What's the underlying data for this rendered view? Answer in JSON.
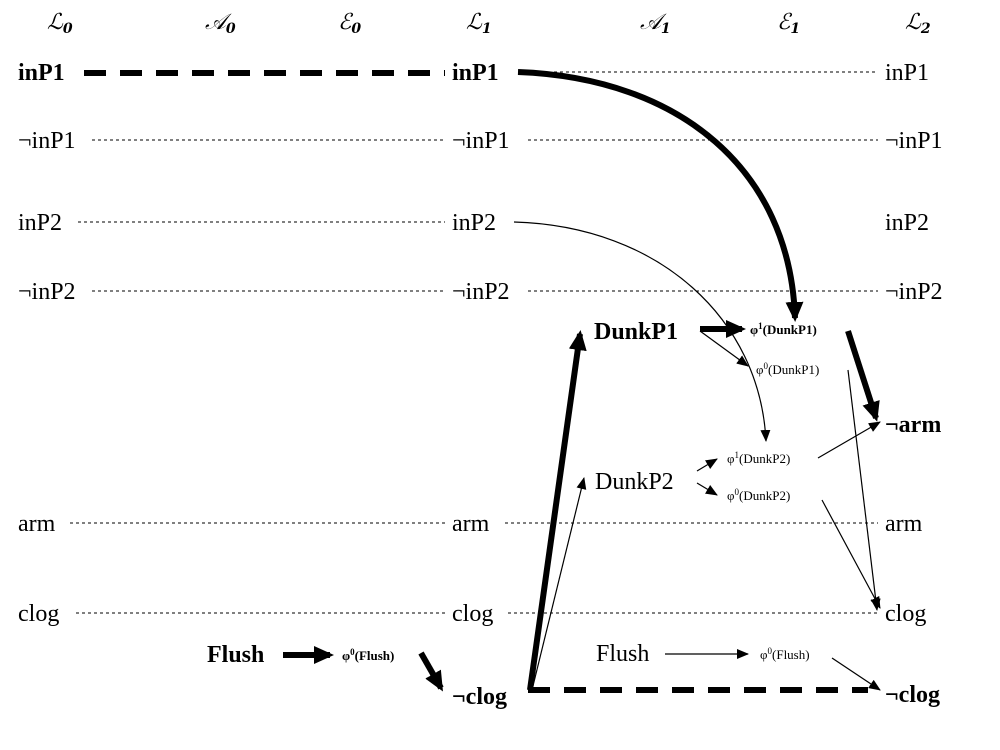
{
  "headers": [
    {
      "letter": "ℒ",
      "sub": "0"
    },
    {
      "letter": "𝒜",
      "sub": "0"
    },
    {
      "letter": "ℰ",
      "sub": "0"
    },
    {
      "letter": "ℒ",
      "sub": "1"
    },
    {
      "letter": "𝒜",
      "sub": "1"
    },
    {
      "letter": "ℰ",
      "sub": "1"
    },
    {
      "letter": "ℒ",
      "sub": "2"
    }
  ],
  "fluents": {
    "inP1": "inP1",
    "not_inP1": "¬inP1",
    "inP2": "inP2",
    "not_inP2": "¬inP2",
    "arm": "arm",
    "clog": "clog",
    "not_clog": "¬clog",
    "not_arm": "¬arm"
  },
  "actions": {
    "dunkP1": "DunkP1",
    "dunkP2": "DunkP2",
    "flush": "Flush"
  },
  "effects": {
    "phi": "φ",
    "sup1": "1",
    "sup0": "0",
    "dunkP1_arg": "(DunkP1)",
    "dunkP2_arg": "(DunkP2)",
    "flush_arg": "(Flush)"
  }
}
